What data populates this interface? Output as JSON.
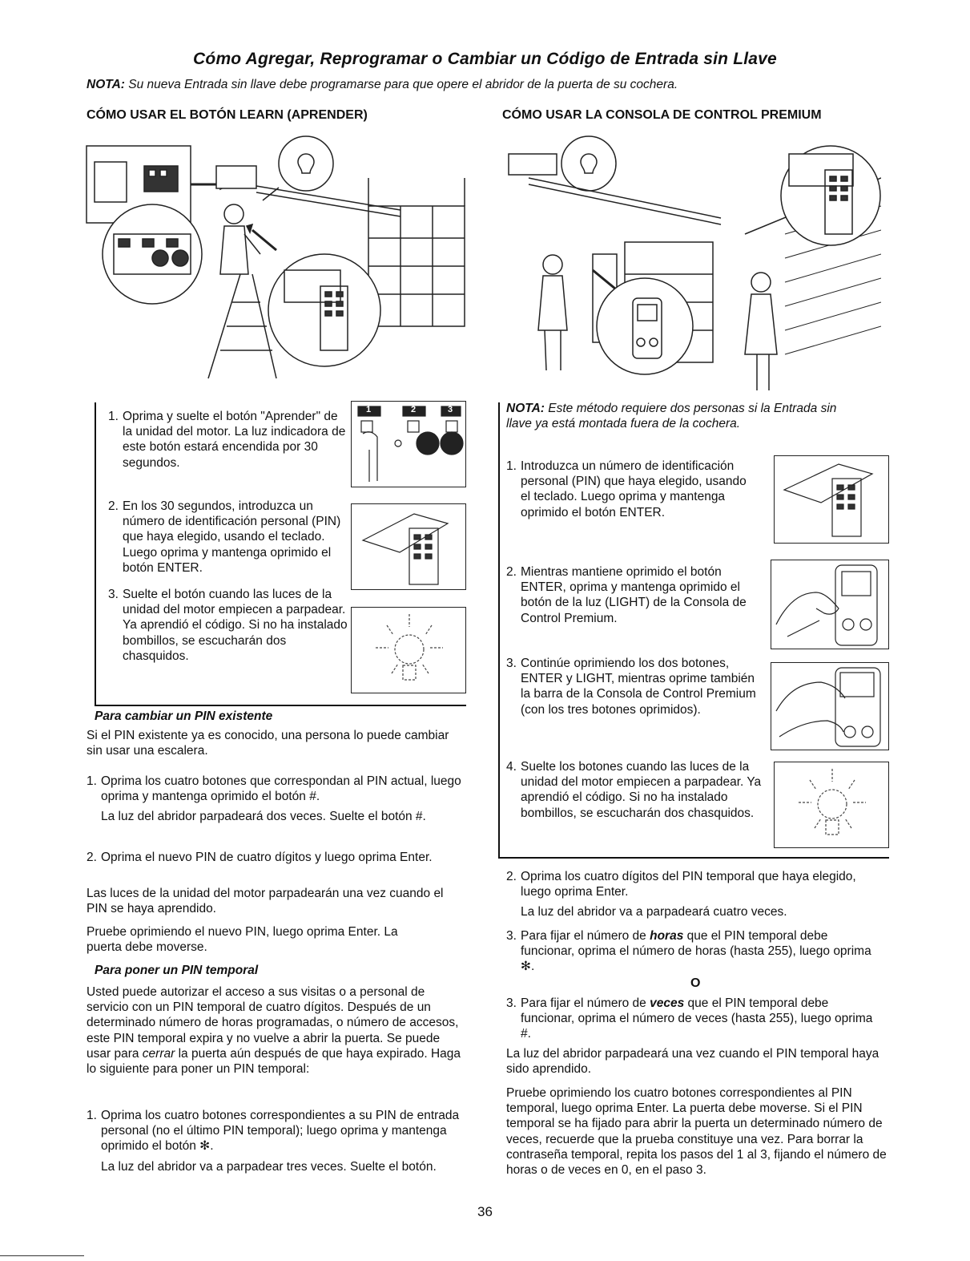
{
  "title": "Cómo Agregar, Reprogramar o Cambiar un Código de Entrada sin Llave",
  "note_top": {
    "label": "NOTA:",
    "text": " Su nueva Entrada sin llave debe programarse para que opere el abridor de la puerta de su cochera."
  },
  "left": {
    "heading": "CÓMO USAR EL BOTÓN LEARN (APRENDER)",
    "steps": [
      {
        "num": "1.",
        "text": "Oprima y suelte el botón \"Aprender\" de la unidad del motor. La luz indicadora de este botón estará encendida por 30 segundos."
      },
      {
        "num": "2.",
        "text": "En los 30 segundos, introduzca un número de identificación personal (PIN) que haya elegido, usando el teclado. Luego oprima y mantenga oprimido el botón ENTER."
      },
      {
        "num": "3.",
        "text": "Suelte el botón cuando las luces de la unidad del motor empiecen a parpadear. Ya aprendió el código. Si no ha instalado bombillos, se escucharán dos chasquidos."
      }
    ],
    "learn_panel_labels": [
      "1",
      "2",
      "3"
    ],
    "change_pin": {
      "heading": "Para cambiar un PIN existente",
      "intro": "Si el PIN existente ya es conocido, una persona lo puede cambiar sin usar una escalera.",
      "step1_num": "1.",
      "step1": "Oprima los cuatro botones que correspondan al PIN actual, luego oprima y mantenga oprimido el botón #.",
      "step1b": "La luz del abridor parpadeará dos veces. Suelte el botón #.",
      "step2_num": "2.",
      "step2": "Oprima el nuevo PIN de cuatro dígitos y luego oprima Enter.",
      "p1": "Las luces de la unidad del motor parpadearán una vez cuando el PIN se haya aprendido.",
      "p2": "Pruebe oprimiendo el nuevo PIN, luego oprima Enter. La puerta debe moverse."
    },
    "temp_pin": {
      "heading": "Para poner un PIN temporal",
      "p1_a": "Usted puede autorizar el acceso a sus visitas o a personal de servicio con un PIN temporal de cuatro dígitos. Después de un determinado número de horas programadas, o número de accesos, este PIN temporal expira y no vuelve a abrir la puerta. Se puede usar para ",
      "p1_em": "cerrar",
      "p1_b": " la puerta aún después de que haya expirado. Haga lo siguiente para poner un PIN temporal:",
      "step1_num": "1.",
      "step1": "Oprima los cuatro botones correspondientes a su PIN de entrada personal (no el último PIN temporal); luego oprima y mantenga oprimido el botón ✻.",
      "step1b": "La luz del abridor va a parpadear tres veces. Suelte el botón."
    }
  },
  "right": {
    "heading": "CÓMO USAR LA CONSOLA DE CONTROL PREMIUM",
    "note_label": "NOTA:",
    "note_text": " Este método requiere dos personas si la Entrada sin llave ya está montada fuera de la cochera.",
    "steps": [
      {
        "num": "1.",
        "text": "Introduzca un número de identificación personal (PIN) que haya elegido, usando el teclado. Luego oprima y mantenga oprimido el botón ENTER."
      },
      {
        "num": "2.",
        "text": "Mientras mantiene oprimido el botón ENTER, oprima y mantenga oprimido el botón de la luz (LIGHT) de la Consola de Control Premium."
      },
      {
        "num": "3.",
        "text": "Continúe oprimiendo los dos botones, ENTER y LIGHT, mientras oprime también la barra de la Consola de Control Premium (con los tres botones oprimidos)."
      },
      {
        "num": "4.",
        "text": "Suelte los botones cuando las luces de la unidad del motor empiecen a parpadear. Ya aprendió el código. Si no ha instalado bombillos, se escucharán dos chasquidos."
      }
    ],
    "cont": {
      "s2_num": "2.",
      "s2": "Oprima los cuatro dígitos del PIN temporal que haya elegido, luego oprima Enter.",
      "s2b": "La luz del abridor va a parpadeará cuatro veces.",
      "s3a_num": "3.",
      "s3a_pre": "Para fijar el número de ",
      "s3a_em": "horas",
      "s3a_post": " que el PIN temporal debe funcionar, oprima el número de horas (hasta 255), luego oprima ✻.",
      "or": "O",
      "s3b_num": "3.",
      "s3b_pre": "Para fijar el número de ",
      "s3b_em": "veces",
      "s3b_post": " que el PIN temporal debe funcionar, oprima el número de veces (hasta 255), luego oprima #.",
      "p1": "La luz del abridor parpadeará una vez cuando el PIN temporal haya sido aprendido.",
      "p2": "Pruebe oprimiendo los cuatro botones correspondientes al PIN temporal, luego oprima Enter. La puerta debe moverse. Si el PIN temporal se ha fijado para abrir la puerta un determinado número de veces, recuerde que la prueba constituye una vez. Para borrar la contraseña temporal, repita los pasos del 1 al 3, fijando el número de horas o de veces en 0, en el paso 3."
    }
  },
  "page_number": "36"
}
